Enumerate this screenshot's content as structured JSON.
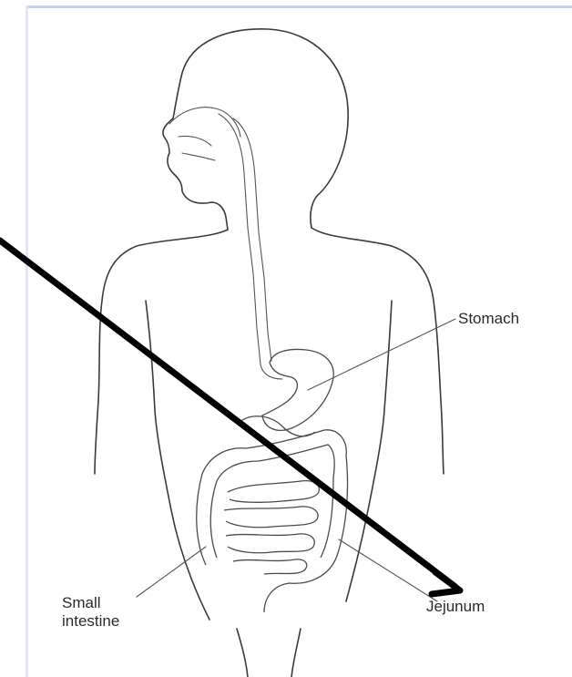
{
  "labels": {
    "stomach": "Stomach",
    "small_intestine_line1": "Small",
    "small_intestine_line2": "intestine",
    "jejunum": "Jejunum"
  },
  "colors": {
    "outline": "#3a3a3a",
    "arrow": "#000000",
    "frame": "#c9cde8"
  }
}
